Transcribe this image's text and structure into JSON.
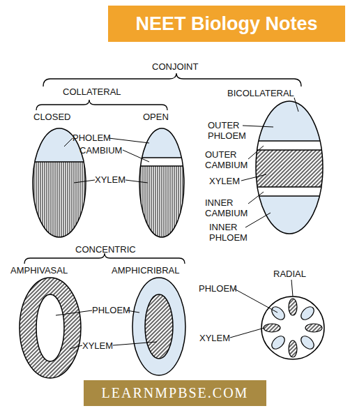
{
  "diagram": {
    "title": "NEET Biology Notes",
    "labels": [
      "CONJOINT",
      "COLLATERAL",
      "CLOSED",
      "OPEN",
      "BICOLLATERAL",
      "OUTER PHLOEM",
      "PHOLEM",
      "CAMBIUM",
      "OUTER CAMBIUM",
      "XYLEM",
      "XYLEM",
      "INNER CAMBIUM",
      "INNER PHLOEM",
      "CONCENTRIC",
      "AMPHIVASAL",
      "AMPHICRIBRAL",
      "PHLOEM",
      "XYLEM",
      "RADIAL",
      "PHLOEM",
      "XYLEM",
      "LEARNMPBSE.COM"
    ]
  }
}
